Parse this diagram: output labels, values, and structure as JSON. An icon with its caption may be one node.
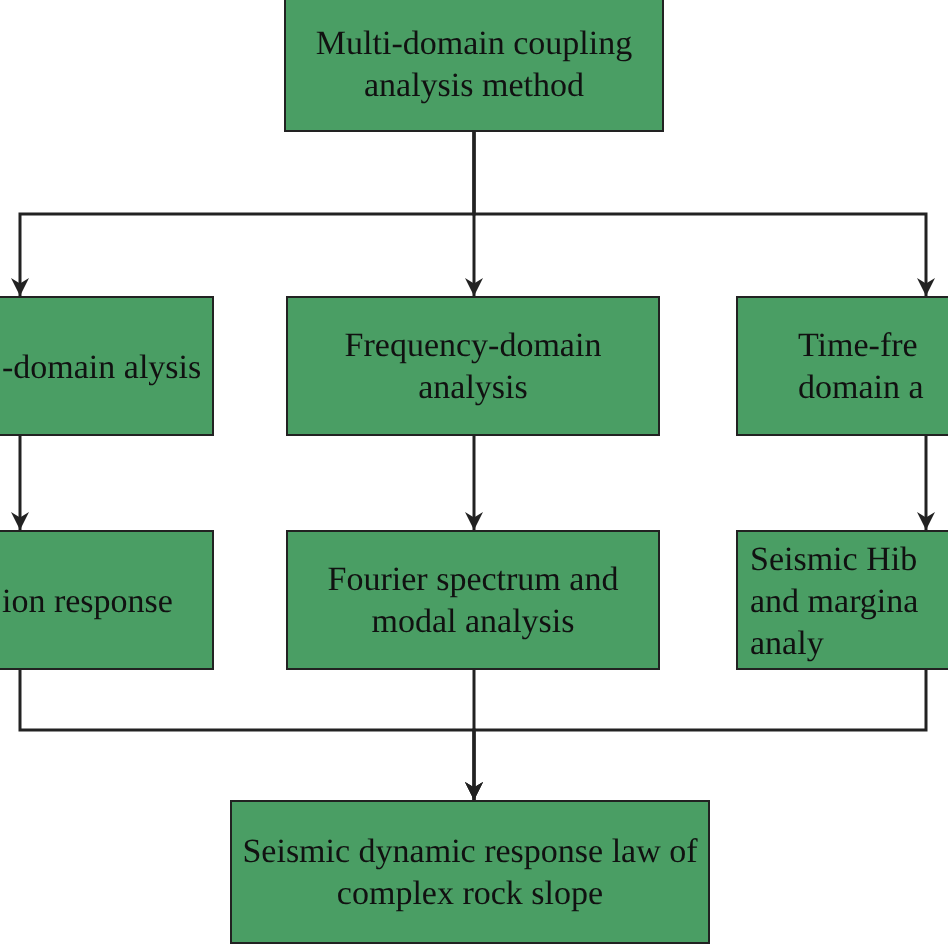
{
  "diagram": {
    "nodes": [
      {
        "text": [
          "Multi-domain coupling analysis method"
        ]
      },
      {
        "text": [
          "-domain alysis"
        ]
      },
      {
        "text": [
          "Frequency-domain analysis"
        ]
      },
      {
        "text": [
          "Time-fre domain a"
        ]
      },
      {
        "text": [
          "ion response"
        ]
      },
      {
        "text": [
          "Fourier spectrum and modal analysis"
        ]
      },
      {
        "text": [
          "Seismic Hib and margina analy"
        ]
      },
      {
        "text": [
          "Seismic dynamic response law of complex rock slope"
        ]
      }
    ],
    "edges": [
      {
        "from": 0,
        "to": 1,
        "arrow": "to"
      },
      {
        "from": 0,
        "to": 2,
        "arrow": "to"
      },
      {
        "from": 0,
        "to": 3,
        "arrow": "to"
      },
      {
        "from": 1,
        "to": 4,
        "arrow": "to"
      },
      {
        "from": 2,
        "to": 5,
        "arrow": "to"
      },
      {
        "from": 3,
        "to": 6,
        "arrow": "to"
      },
      {
        "from": 4,
        "to": 7,
        "arrow": "to"
      },
      {
        "from": 5,
        "to": 7,
        "arrow": "to"
      },
      {
        "from": 6,
        "to": 7,
        "arrow": "to"
      }
    ]
  }
}
